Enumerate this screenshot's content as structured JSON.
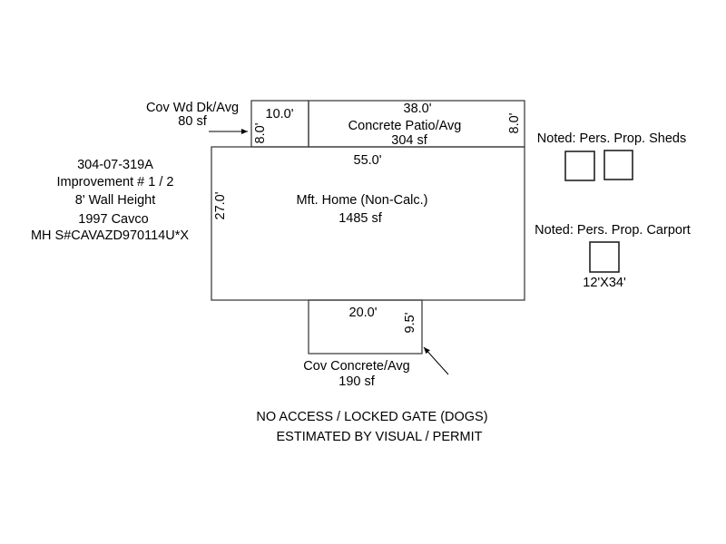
{
  "sketch": {
    "deck": {
      "label": "Cov Wd Dk/Avg",
      "area": "80 sf",
      "width_dim": "10.0'",
      "depth_dim": "8.0'"
    },
    "patio": {
      "label": "Concrete Patio/Avg",
      "area": "304 sf",
      "width_dim": "38.0'",
      "depth_dim": "8.0'"
    },
    "home": {
      "label": "Mft. Home (Non-Calc.)",
      "area": "1485 sf",
      "width_dim": "55.0'",
      "depth_dim": "27.0'"
    },
    "cov_concrete": {
      "label": "Cov Concrete/Avg",
      "area": "190 sf",
      "width_dim": "20.0'",
      "depth_dim": "9.5'"
    },
    "info": [
      "304-07-319A",
      "Improvement # 1 / 2",
      "8' Wall Height",
      "1997 Cavco",
      "MH S#CAVAZD970114U*X"
    ],
    "sheds": {
      "label": "Noted: Pers. Prop. Sheds",
      "count": 2
    },
    "carport": {
      "label": "Noted: Pers. Prop. Carport",
      "size": "12'X34'"
    },
    "notes": [
      "NO ACCESS / LOCKED GATE (DOGS)",
      "ESTIMATED BY VISUAL / PERMIT"
    ]
  }
}
